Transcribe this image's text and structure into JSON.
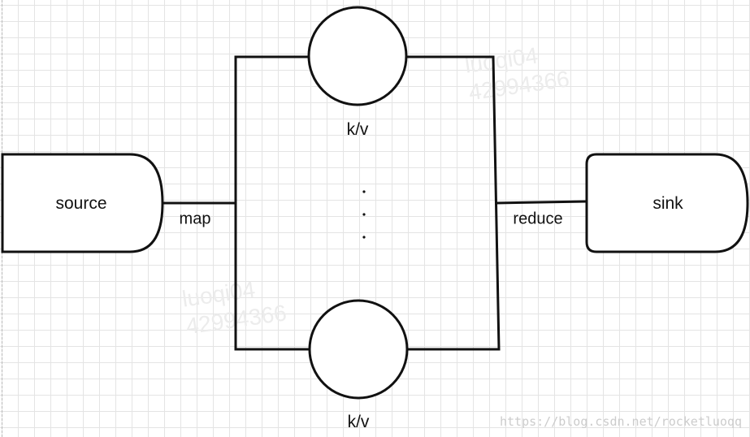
{
  "nodes": {
    "source": "source",
    "sink": "sink",
    "kv_top": "k/v",
    "kv_bottom": "k/v",
    "ellipsis": "·\n·\n·"
  },
  "edges": {
    "map": "map",
    "reduce": "reduce"
  },
  "watermarks": {
    "faint_1_line1": "luoqi04",
    "faint_1_line2": "42994366",
    "faint_2_line1": "luoqi04",
    "faint_2_line2": "42994366",
    "site": "https://blog.csdn.net/rocketluoqq"
  },
  "colors": {
    "stroke": "#111111",
    "grid": "#e4e4e4",
    "background": "#ffffff"
  }
}
